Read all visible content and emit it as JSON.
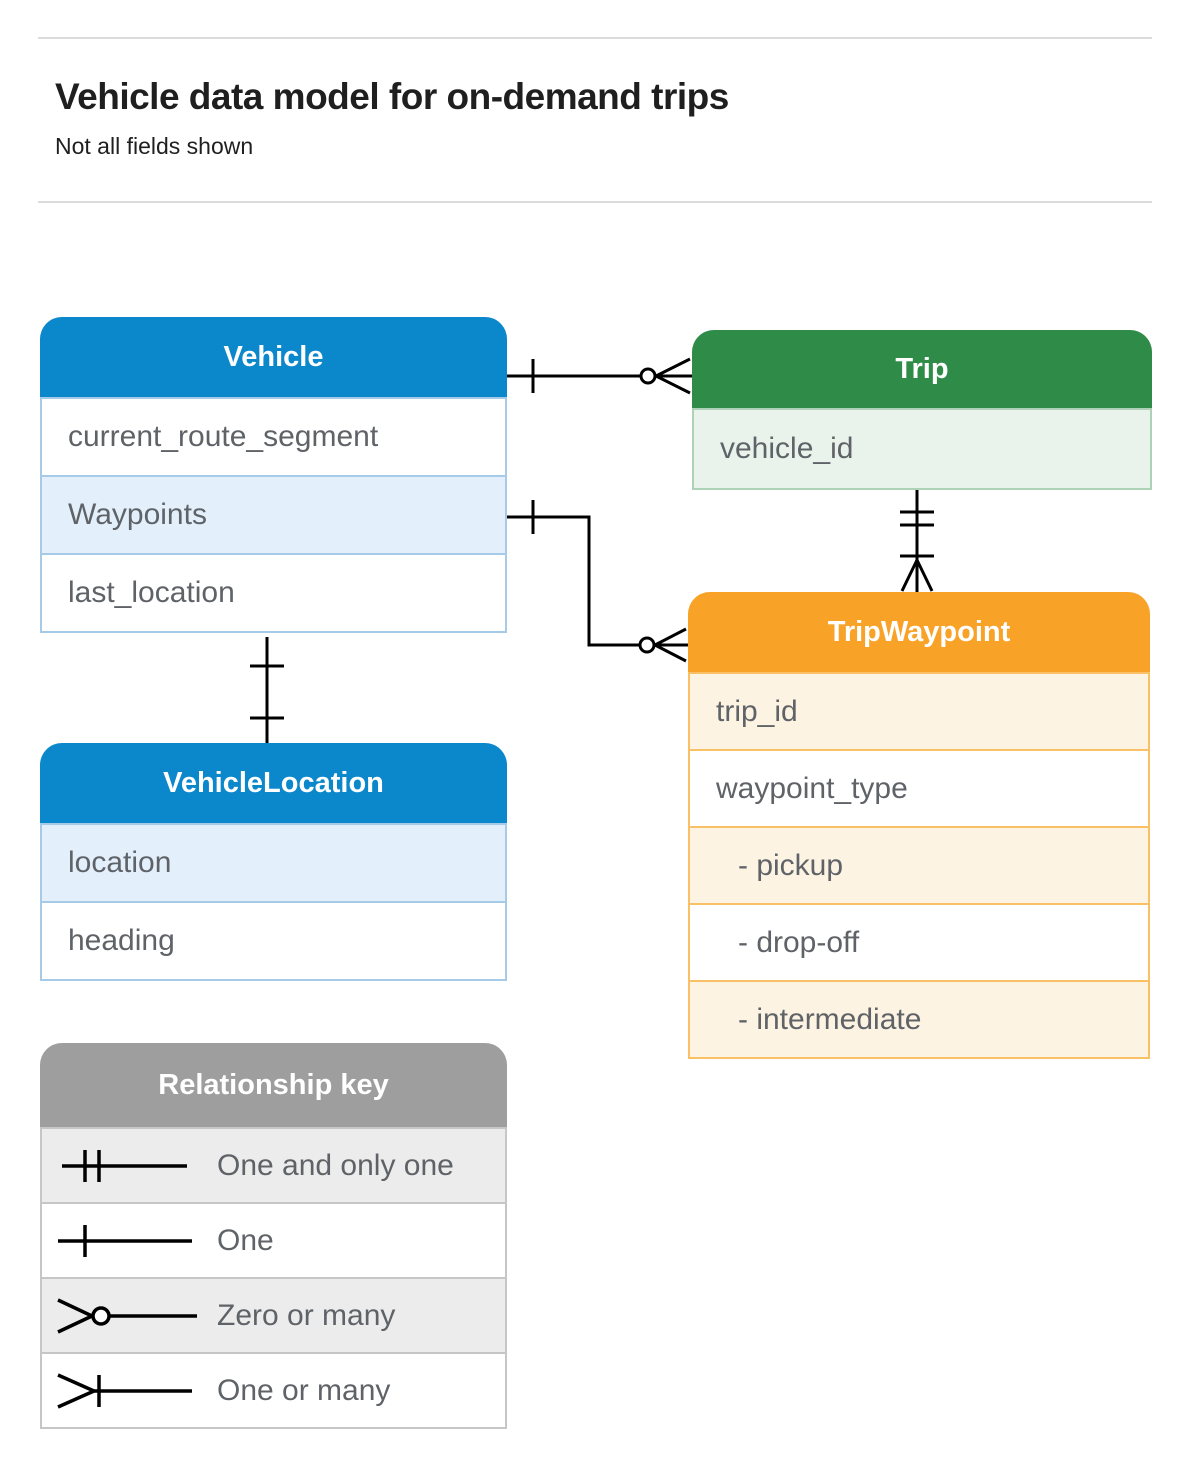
{
  "page": {
    "title": "Vehicle data model for on-demand trips",
    "subtitle": "Not all fields shown"
  },
  "tables": {
    "vehicle": {
      "title": "Vehicle",
      "fields": [
        "current_route_segment",
        "Waypoints",
        "last_location"
      ]
    },
    "trip": {
      "title": "Trip",
      "fields": [
        "vehicle_id"
      ]
    },
    "trip_waypoint": {
      "title": "TripWaypoint",
      "fields": [
        "trip_id",
        "waypoint_type",
        "- pickup",
        "- drop-off",
        "- intermediate"
      ]
    },
    "vehicle_location": {
      "title": "VehicleLocation",
      "fields": [
        "location",
        "heading"
      ]
    }
  },
  "relationships": [
    {
      "from": "Vehicle",
      "to": "Trip",
      "from_cardinality": "one",
      "to_cardinality": "zero-or-many"
    },
    {
      "from": "Vehicle.Waypoints",
      "to": "TripWaypoint",
      "from_cardinality": "one",
      "to_cardinality": "zero-or-many"
    },
    {
      "from": "Trip",
      "to": "TripWaypoint",
      "from_cardinality": "one-and-only-one",
      "to_cardinality": "one-or-many"
    },
    {
      "from": "Vehicle",
      "to": "VehicleLocation",
      "from_cardinality": "one",
      "to_cardinality": "one"
    }
  ],
  "legend": {
    "title": "Relationship key",
    "items": [
      {
        "symbol": "one-and-only-one",
        "label": "One and only one"
      },
      {
        "symbol": "one",
        "label": "One"
      },
      {
        "symbol": "zero-or-many",
        "label": "Zero or many"
      },
      {
        "symbol": "one-or-many",
        "label": "One or many"
      }
    ]
  },
  "colors": {
    "vehicle_header": "#0b87cb",
    "trip_header": "#2e8b48",
    "trip_waypoint_header": "#f8a227",
    "legend_header": "#9e9e9e",
    "field_text": "#5f6368",
    "connector": "#000000"
  }
}
